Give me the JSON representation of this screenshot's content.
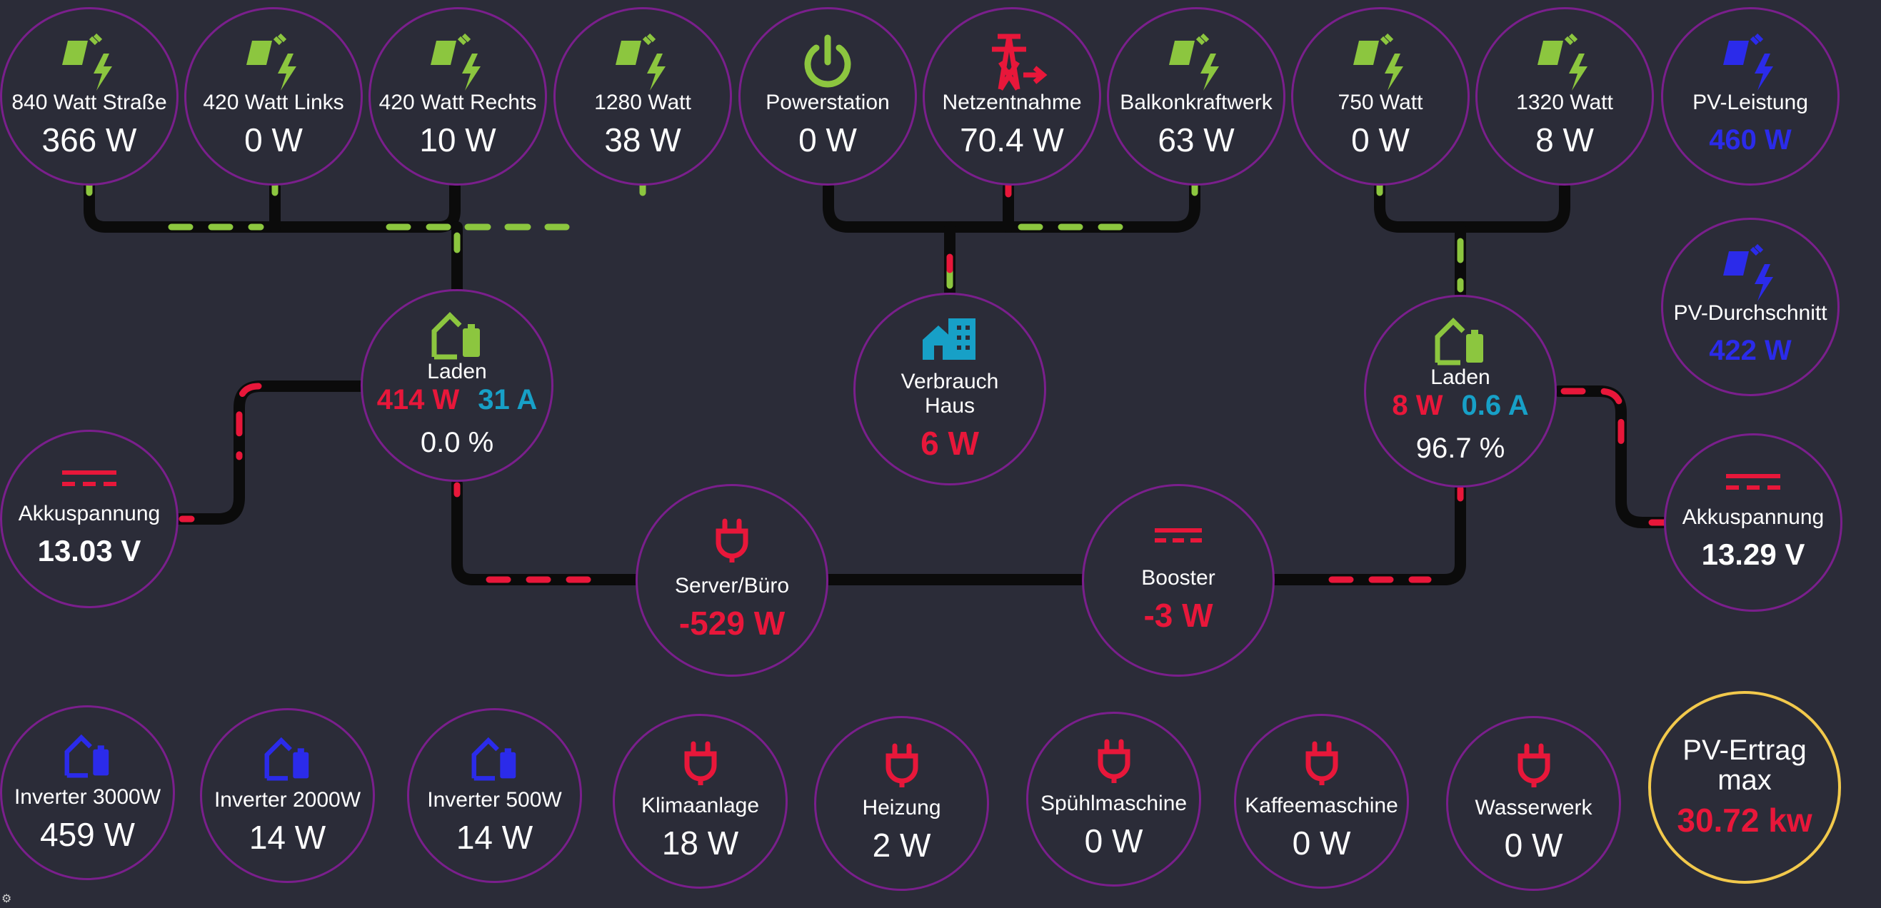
{
  "colors": {
    "green": "#8cc63f",
    "red": "#e8173a",
    "blue": "#2b2bea",
    "cyan": "#17a0c7",
    "border": "#7a1f8c",
    "gold": "#f2c94c",
    "bg": "#2b2c38"
  },
  "panels": {
    "p840": {
      "label": "840 Watt Straße",
      "value": "366 W",
      "icon": "solar-panel-icon"
    },
    "p420l": {
      "label": "420 Watt Links",
      "value": "0 W",
      "icon": "solar-panel-icon"
    },
    "p420r": {
      "label": "420 Watt Rechts",
      "value": "10 W",
      "icon": "solar-panel-icon"
    },
    "p1280": {
      "label": "1280 Watt",
      "value": "38 W",
      "icon": "solar-panel-icon"
    },
    "powerstation": {
      "label": "Powerstation",
      "value": "0 W",
      "icon": "power-icon"
    },
    "netz": {
      "label": "Netzentnahme",
      "value": "70.4 W",
      "icon": "transmission-tower-icon"
    },
    "balkon": {
      "label": "Balkonkraftwerk",
      "value": "63 W",
      "icon": "solar-panel-icon"
    },
    "p750": {
      "label": "750 Watt",
      "value": "0 W",
      "icon": "solar-panel-icon"
    },
    "p1320": {
      "label": "1320 Watt",
      "value": "8 W",
      "icon": "solar-panel-icon"
    },
    "pvleistung": {
      "label": "PV-Leistung",
      "value": "460 W",
      "icon": "solar-panel-icon"
    },
    "pvdurch": {
      "label": "PV-Durchschnitt",
      "value": "422 W",
      "icon": "solar-panel-icon"
    }
  },
  "chargers": {
    "left": {
      "label": "Laden",
      "power": "414 W",
      "current": "31 A",
      "soc": "0.0 %",
      "icon": "home-battery-icon"
    },
    "right": {
      "label": "Laden",
      "power": "8 W",
      "current": "0.6 A",
      "soc": "96.7 %",
      "icon": "home-battery-icon"
    }
  },
  "house": {
    "label": "Verbrauch Haus",
    "value": "6 W",
    "icon": "home-city-icon"
  },
  "batteries": {
    "left": {
      "label": "Akkuspannung",
      "value": "13.03 V",
      "icon": "current-dc-icon"
    },
    "right": {
      "label": "Akkuspannung",
      "value": "13.29 V",
      "icon": "current-dc-icon"
    }
  },
  "server": {
    "label": "Server/Büro",
    "value": "-529 W",
    "icon": "power-plug-icon"
  },
  "booster": {
    "label": "Booster",
    "value": "-3 W",
    "icon": "current-dc-icon"
  },
  "consumers": [
    {
      "label": "Inverter 3000W",
      "value": "459 W",
      "icon": "home-battery-icon"
    },
    {
      "label": "Inverter 2000W",
      "value": "14 W",
      "icon": "home-battery-icon"
    },
    {
      "label": "Inverter 500W",
      "value": "14 W",
      "icon": "home-battery-icon"
    },
    {
      "label": "Klimaanlage",
      "value": "18 W",
      "icon": "power-plug-icon"
    },
    {
      "label": "Heizung",
      "value": "2 W",
      "icon": "power-plug-icon"
    },
    {
      "label": "Spühlmaschine",
      "value": "0 W",
      "icon": "power-plug-icon"
    },
    {
      "label": "Kaffeemaschine",
      "value": "0 W",
      "icon": "power-plug-icon"
    },
    {
      "label": "Wasserwerk",
      "value": "0 W",
      "icon": "power-plug-icon"
    }
  ],
  "pvertrag": {
    "label": "PV-Ertrag max",
    "value": "30.72 kw"
  }
}
